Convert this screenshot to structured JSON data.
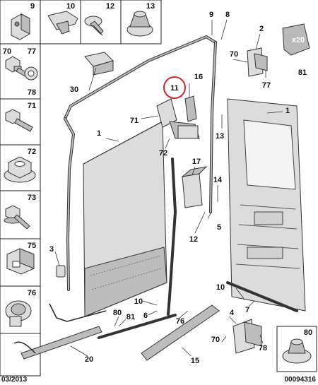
{
  "grid": {
    "cells": [
      "9",
      "10",
      "12",
      "13",
      "70",
      "77",
      "78",
      "71",
      "72",
      "73",
      "75",
      "76"
    ]
  },
  "callouts": [
    "9",
    "8",
    "2",
    "81",
    "70",
    "77",
    "30",
    "11",
    "16",
    "71",
    "1",
    "1",
    "13",
    "72",
    "17",
    "14",
    "5",
    "12",
    "3",
    "10",
    "6",
    "80",
    "81",
    "76",
    "7",
    "10",
    "4",
    "70",
    "78",
    "20",
    "15"
  ],
  "badge": {
    "text": "x20"
  },
  "inset": {
    "label": "80"
  },
  "footer": {
    "date": "03/2013",
    "ref": "00094316"
  }
}
